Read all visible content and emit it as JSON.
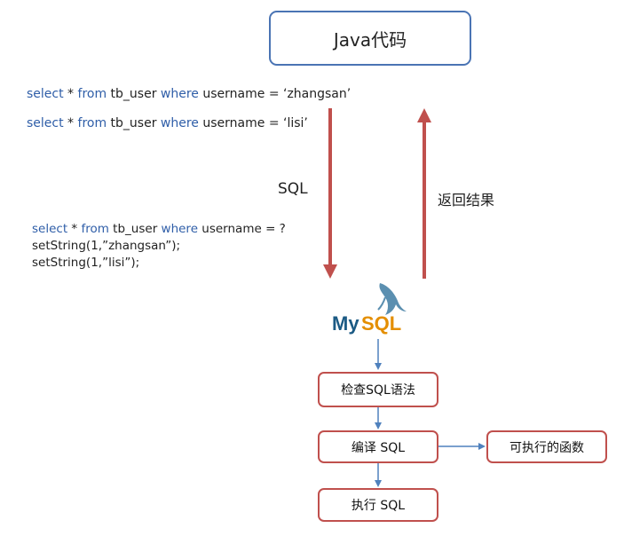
{
  "java_box": {
    "label": "Java代码"
  },
  "queries": [
    {
      "kw1": "select",
      "star": " * ",
      "kw2": "from",
      "table": " tb_user ",
      "kw3": "where",
      "rest": " username = ‘zhangsan’"
    },
    {
      "kw1": "select",
      "star": " * ",
      "kw2": "from",
      "table": " tb_user ",
      "kw3": "where",
      "rest": " username = ‘lisi’"
    }
  ],
  "prepared": {
    "line1": {
      "kw1": "select",
      "star": " * ",
      "kw2": "from",
      "table": " tb_user ",
      "kw3": "where",
      "rest": " username = ?"
    },
    "line2": "setString(1,”zhangsan”);",
    "line3": "setString(1,”lisi”);"
  },
  "arrow_labels": {
    "down": "SQL",
    "up": "返回结果"
  },
  "logo": {
    "my": "My",
    "sql": "SQL"
  },
  "steps": {
    "check": "检查SQL语法",
    "compile": "编译 SQL",
    "execute": "执行 SQL",
    "function": "可执行的函数"
  },
  "colors": {
    "keyword": "#2f5ea8",
    "arrow_red": "#c0504d",
    "arrow_blue": "#4f81bd",
    "box_blue": "#4a74b4"
  }
}
